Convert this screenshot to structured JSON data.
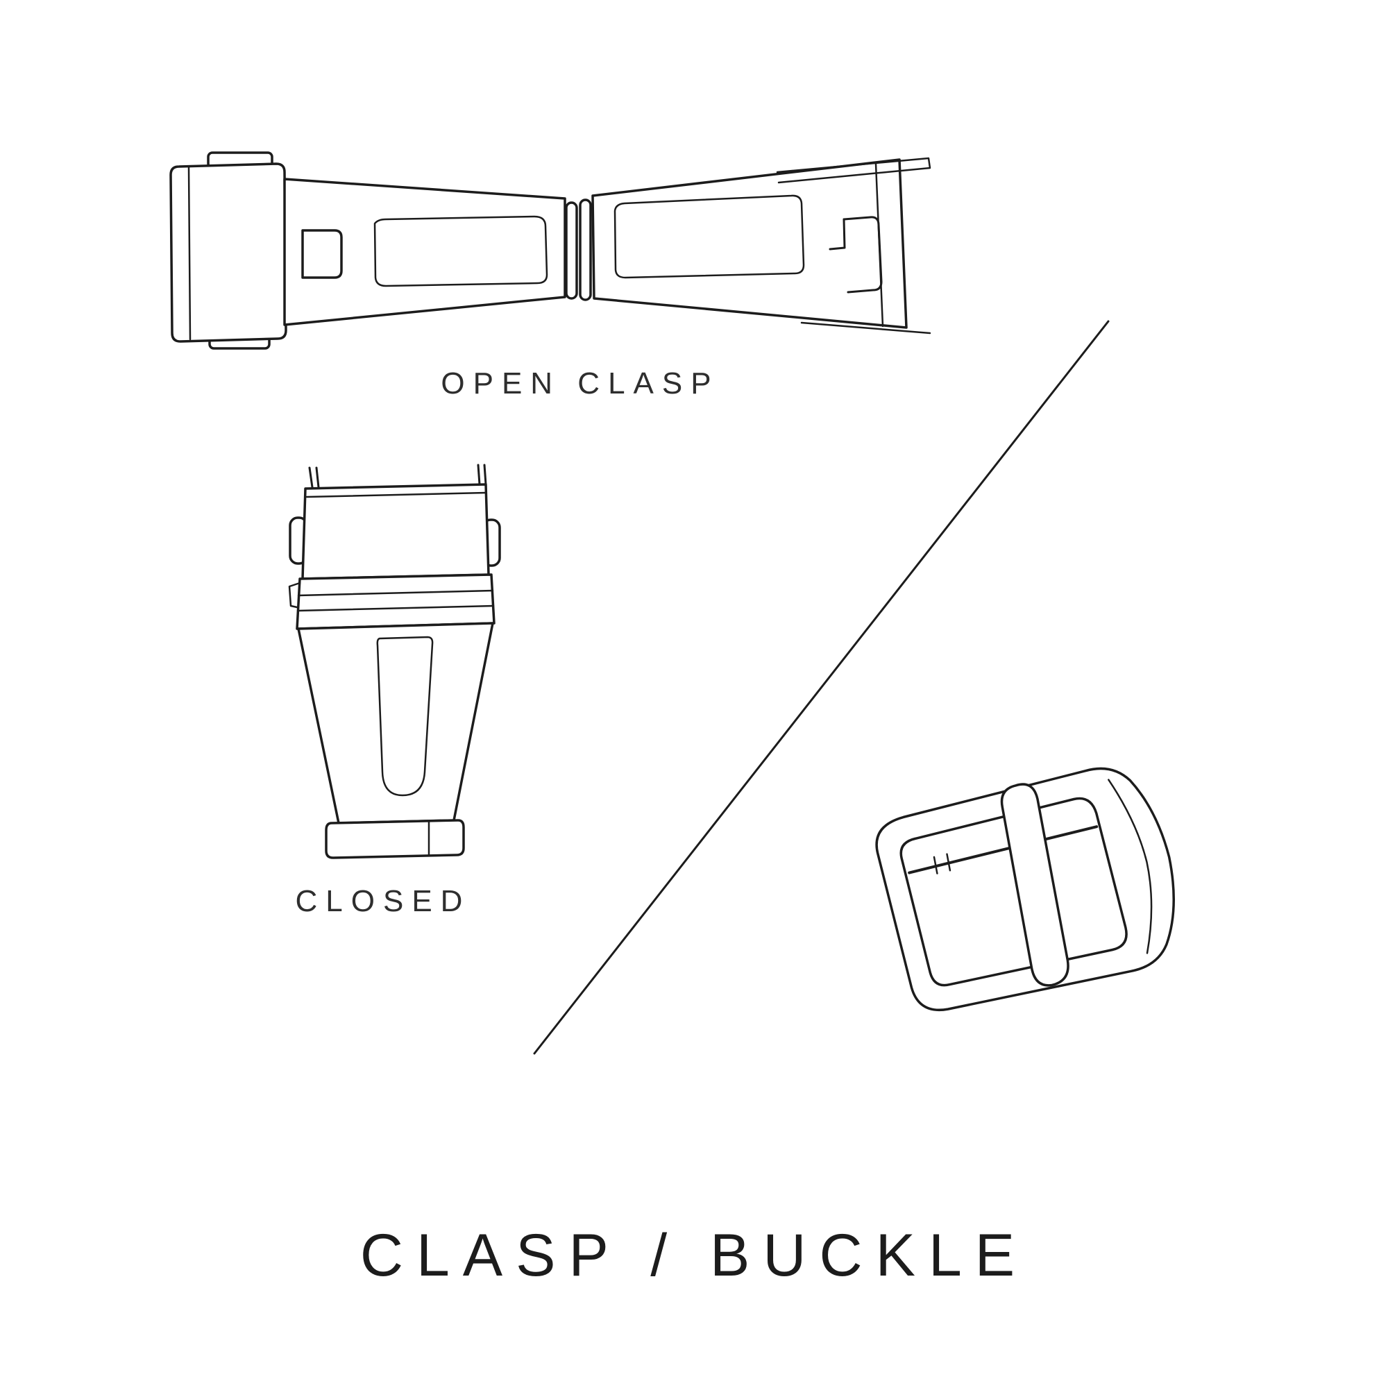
{
  "page": {
    "background_color": "#ffffff",
    "line_color": "#1c1c1c",
    "text_color": "#2e2e2e"
  },
  "figures": {
    "open_clasp": {
      "icon": "open-clasp-illustration",
      "label": "OPEN CLASP"
    },
    "closed_clasp": {
      "icon": "closed-clasp-illustration",
      "label": "CLOSED"
    },
    "buckle": {
      "icon": "tang-buckle-illustration",
      "label": ""
    }
  },
  "title": {
    "text": "CLASP / BUCKLE"
  }
}
